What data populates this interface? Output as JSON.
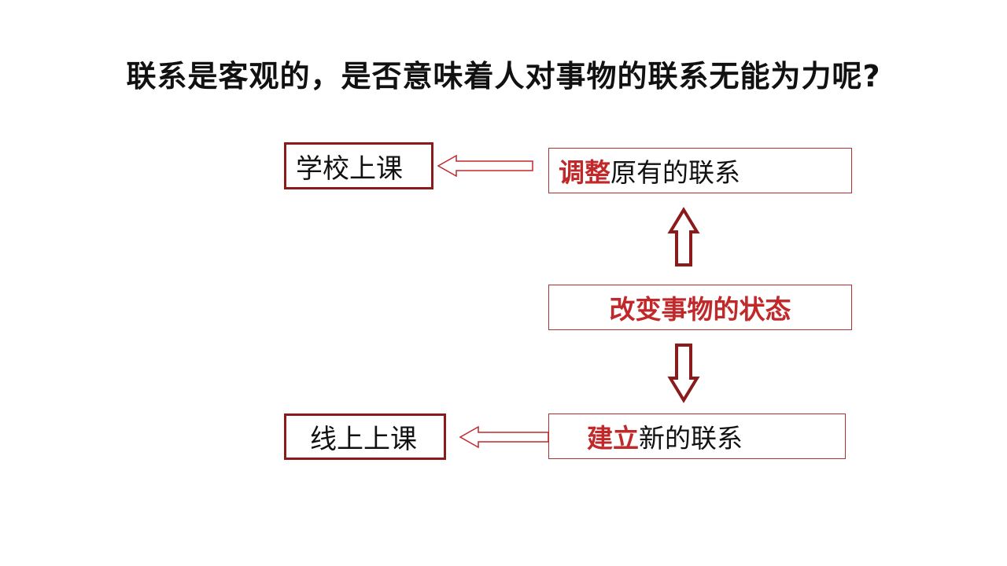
{
  "title": "联系是客观的，是否意味着人对事物的联系无能为力呢?",
  "boxes": {
    "school": "学校上课",
    "online": "线上上课",
    "adjust": {
      "highlight": "调整",
      "rest": "原有的联系"
    },
    "change": "改变事物的状态",
    "build": {
      "highlight": "建立",
      "rest": "新的联系"
    }
  },
  "colors": {
    "accent": "#c0282a",
    "border": "#8b1a1a"
  }
}
